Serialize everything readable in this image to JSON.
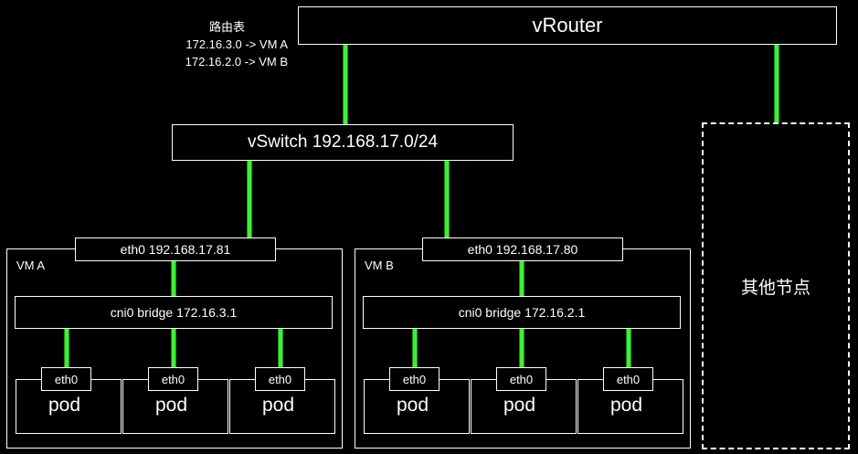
{
  "route_table": {
    "title": "路由表",
    "entries": [
      "172.16.3.0 -> VM A",
      "172.16.2.0 -> VM B"
    ]
  },
  "vrouter": {
    "label": "vRouter"
  },
  "vswitch": {
    "label": "vSwitch 192.168.17.0/24"
  },
  "other_nodes": {
    "label": "其他节点"
  },
  "vms": [
    {
      "name": "VM A",
      "eth0": "eth0 192.168.17.81",
      "bridge": "cni0 bridge 172.16.3.1",
      "pods": [
        {
          "iface": "eth0",
          "label": "pod"
        },
        {
          "iface": "eth0",
          "label": "pod"
        },
        {
          "iface": "eth0",
          "label": "pod"
        }
      ]
    },
    {
      "name": "VM B",
      "eth0": "eth0 192.168.17.80",
      "bridge": "cni0 bridge 172.16.2.1",
      "pods": [
        {
          "iface": "eth0",
          "label": "pod"
        },
        {
          "iface": "eth0",
          "label": "pod"
        },
        {
          "iface": "eth0",
          "label": "pod"
        }
      ]
    }
  ],
  "colors": {
    "link": "#3ef033",
    "background": "#000000",
    "stroke": "#ffffff"
  }
}
